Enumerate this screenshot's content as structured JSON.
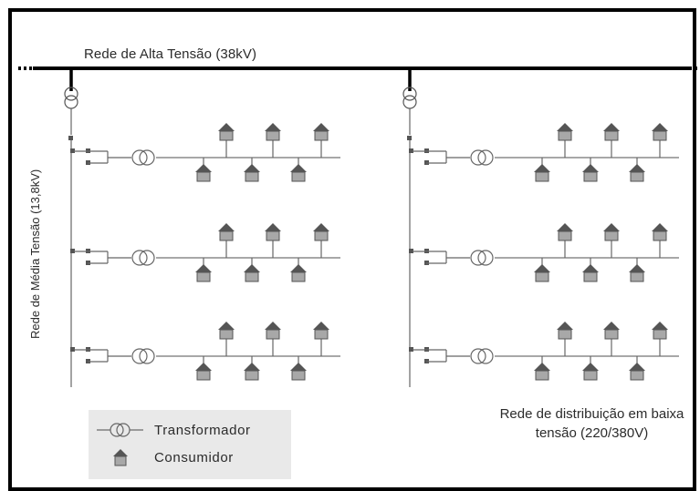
{
  "diagram": {
    "high_voltage_label": "Rede de Alta  Tensão (38kV)",
    "medium_voltage_label": "Rede de Média Tensão (13,8kV)",
    "low_voltage_label": "Rede de distribuição em baixa tensão (220/380V)"
  },
  "legend": {
    "items": [
      {
        "icon": "transformer-icon",
        "label": "Transformador"
      },
      {
        "icon": "house-icon",
        "label": "Consumidor"
      }
    ]
  },
  "colors": {
    "line": "#000000",
    "thin_line": "#666666",
    "feeder": "#8a8a8a",
    "house_roof": "#555555",
    "house_body": "#a8a8a8",
    "legend_bg": "#e9e9e9"
  }
}
